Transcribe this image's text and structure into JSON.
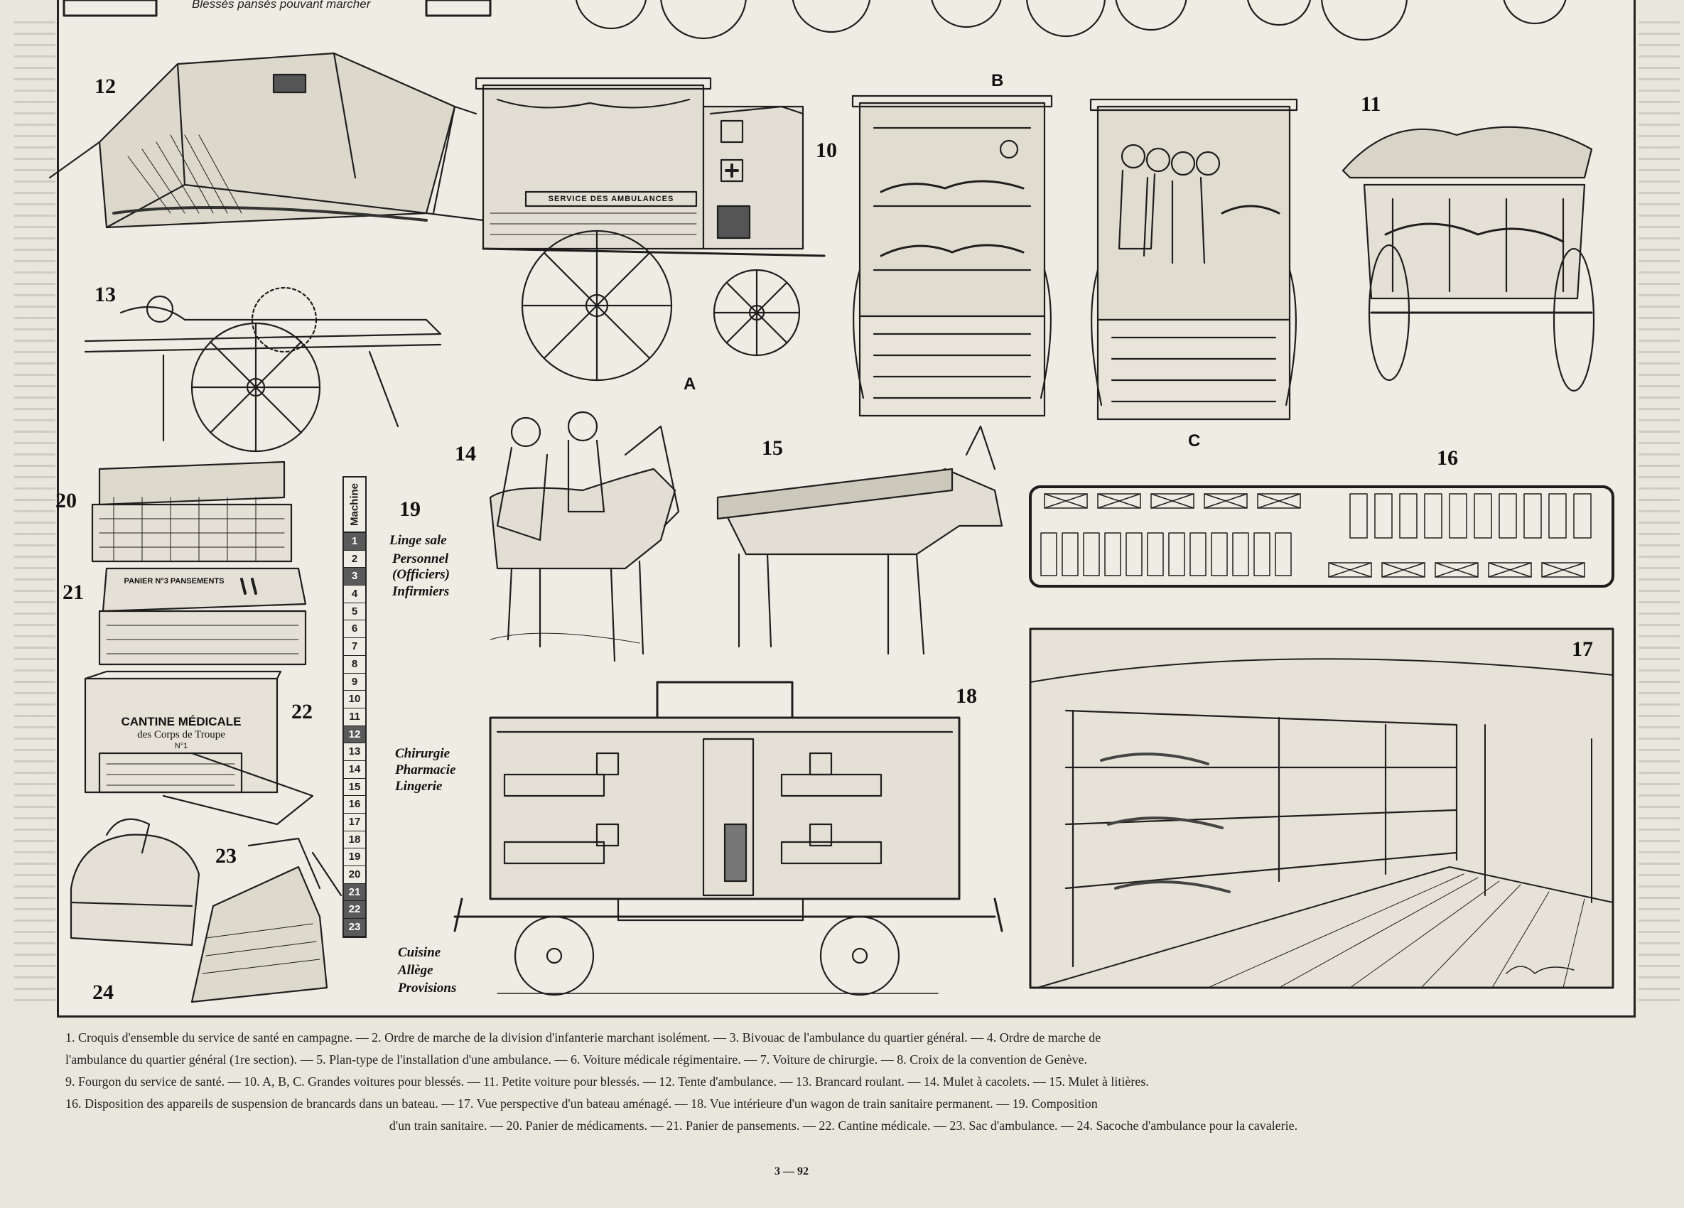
{
  "top_caption": "Blessés pansés pouvant marcher",
  "figures": {
    "f10": "10",
    "f11": "11",
    "f12": "12",
    "f13": "13",
    "f14": "14",
    "f15": "15",
    "f16": "16",
    "f17": "17",
    "f18": "18",
    "f19": "19",
    "f20": "20",
    "f21": "21",
    "f22": "22",
    "f23": "23",
    "f24": "24"
  },
  "letters": {
    "a": "A",
    "b": "B",
    "c": "C"
  },
  "ambulance_lettering": "SERVICE DES AMBULANCES",
  "basket_lettering": "PANIER N°3 PANSEMENTS",
  "cantine": {
    "line1": "CANTINE MÉDICALE",
    "line2": "des Corps de Troupe",
    "line3": "N°1"
  },
  "train_composition": {
    "header": "Machine",
    "cells": [
      "1",
      "2",
      "3",
      "4",
      "5",
      "6",
      "7",
      "8",
      "9",
      "10",
      "11",
      "12",
      "13",
      "14",
      "15",
      "16",
      "17",
      "18",
      "19",
      "20",
      "21",
      "22",
      "23"
    ],
    "shaded": [
      1,
      3,
      12,
      21,
      22,
      23
    ],
    "notes": {
      "n1": "Linge sale",
      "n2": "Personnel",
      "n2b": "(Officiers)",
      "n3": "Infirmiers",
      "n12a": "Chirurgie",
      "n12b": "Pharmacie",
      "n12c": "Lingerie",
      "n21": "Cuisine",
      "n22": "Allège",
      "n23": "Provisions"
    }
  },
  "captions": {
    "line1": "1. Croquis d'ensemble du service de santé en campagne. — 2. Ordre de marche de la division d'infanterie marchant isolément. — 3. Bivouac de l'ambulance du quartier général. — 4. Ordre de marche de",
    "line2": "l'ambulance du quartier général (1re section). — 5. Plan-type de l'installation d'une ambulance. — 6. Voiture médicale régimentaire. — 7. Voiture de chirurgie. — 8. Croix de la convention de Genève.",
    "line3": "9. Fourgon du service de santé. — 10. A, B, C. Grandes voitures pour blessés. — 11. Petite voiture pour blessés. — 12. Tente d'ambulance. — 13. Brancard roulant. — 14. Mulet à cacolets. — 15. Mulet à litières.",
    "line4": "16. Disposition des appareils de suspension de brancards dans un bateau. — 17. Vue perspective d'un bateau aménagé. — 18. Vue intérieure d'un wagon de train sanitaire permanent. — 19. Composition",
    "line5": "d'un train sanitaire. — 20. Panier de médicaments. — 21. Panier de pansements. — 22. Cantine médicale. — 23. Sac d'ambulance. — 24. Sacoche d'ambulance pour la cavalerie."
  },
  "page_number": "3 — 92"
}
